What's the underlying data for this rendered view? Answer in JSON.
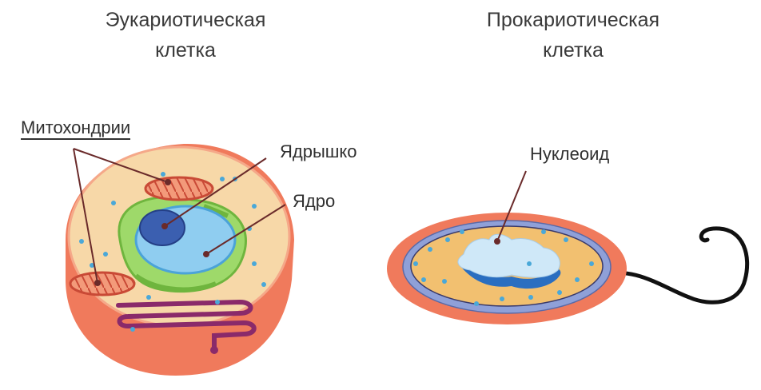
{
  "eukaryote": {
    "title_line1": "Эукариотическая",
    "title_line2": "клетка",
    "labels": {
      "mitochondria": "Митохондрии",
      "nucleolus": "Ядрышко",
      "nucleus": "Ядро"
    }
  },
  "prokaryote": {
    "title_line1": "Прокариотическая",
    "title_line2": "клетка",
    "labels": {
      "nucleoid": "Нуклеоид"
    }
  },
  "colors": {
    "cell_wall": "#f07a5c",
    "cytoplasm": "#f7d8a8",
    "nucleus": "#8fcdf0",
    "nucleolus": "#3b5fb0",
    "er": "#9ed96a",
    "mitochondria": "#e8705a",
    "golgi": "#8a2a6a",
    "prok_membrane": "#8fa0d8",
    "prok_cytoplasm": "#f2c070",
    "nucleoid_light": "#cfe8f8",
    "nucleoid_dark": "#2a6ec0",
    "flagellum": "#111111",
    "ribosome": "#4aa8d8",
    "pointer": "#6a2a2a"
  }
}
